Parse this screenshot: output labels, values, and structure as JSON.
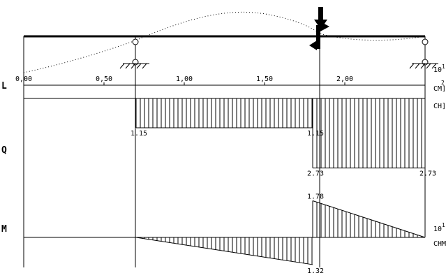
{
  "row_labels": {
    "length": "L",
    "shear": "Q",
    "moment": "M"
  },
  "axis": {
    "ticks": [
      "0,00",
      "0,50",
      "1,00",
      "1,50",
      "2,00"
    ],
    "tick_values": [
      0,
      0.5,
      1.0,
      1.5,
      2.0
    ],
    "range": [
      0,
      2.5
    ],
    "unit_exp": "10",
    "unit_sup": "1",
    "unit_sub": "2",
    "unit_name": "CM]"
  },
  "shear_unit": "CH]",
  "moment_unit": {
    "exp": "10",
    "sup": "1",
    "name": "CHM]"
  },
  "supports": [
    0.7,
    2.5
  ],
  "load_position": 1.8,
  "shear": {
    "segments": [
      {
        "from": 0.7,
        "to": 1.8,
        "value": 1.15,
        "label_start": "1.15",
        "label_end": "1.15"
      },
      {
        "from": 1.8,
        "to": 2.5,
        "value": -2.73,
        "label_start": "2.73",
        "label_end": "2.73"
      }
    ]
  },
  "moment": {
    "points": [
      {
        "x": 0.7,
        "value": 0
      },
      {
        "x": 1.8,
        "value": -1.32
      },
      {
        "x": 1.8,
        "value": 1.78
      },
      {
        "x": 2.5,
        "value": 0
      }
    ],
    "labels": {
      "min": "1.32",
      "max": "1.78"
    }
  }
}
